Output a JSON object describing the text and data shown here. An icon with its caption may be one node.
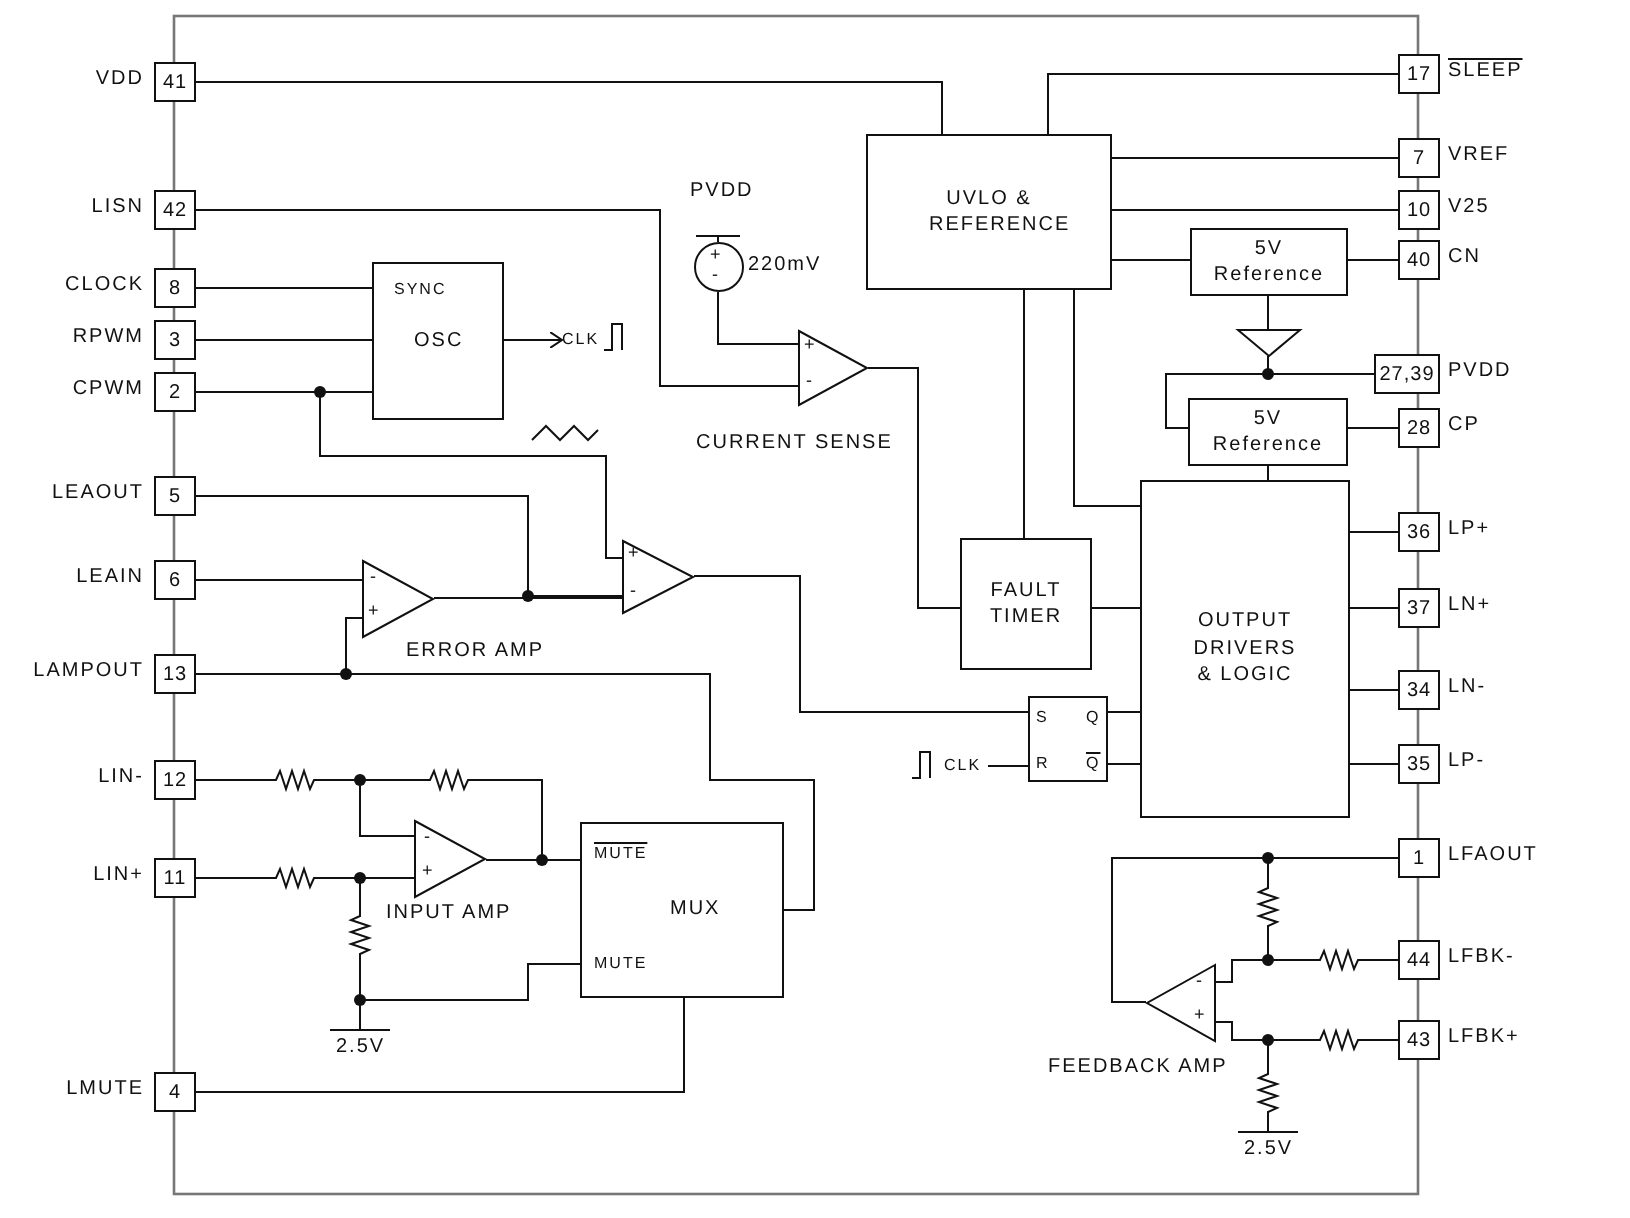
{
  "diagram": {
    "nodes": [
      {
        "text": [
          "41"
        ],
        "beside": [
          "VDD"
        ]
      },
      {
        "text": [
          "42"
        ],
        "beside": [
          "LISN"
        ]
      },
      {
        "text": [
          "8"
        ],
        "beside": [
          "CLOCK"
        ]
      },
      {
        "text": [
          "3"
        ],
        "beside": [
          "RPWM"
        ]
      },
      {
        "text": [
          "2"
        ],
        "beside": [
          "CPWM"
        ]
      },
      {
        "text": [
          "5"
        ],
        "beside": [
          "LEAOUT"
        ]
      },
      {
        "text": [
          "6"
        ],
        "beside": [
          "LEAIN"
        ]
      },
      {
        "text": [
          "13"
        ],
        "beside": [
          "LAMPOUT"
        ]
      },
      {
        "text": [
          "12"
        ],
        "beside": [
          "LIN-"
        ]
      },
      {
        "text": [
          "11"
        ],
        "beside": [
          "LIN+"
        ]
      },
      {
        "text": [
          "4"
        ],
        "beside": [
          "LMUTE"
        ]
      },
      {
        "text": [
          "17"
        ],
        "beside": [
          "SLEEP"
        ]
      },
      {
        "text": [
          "7"
        ],
        "beside": [
          "VREF"
        ]
      },
      {
        "text": [
          "10"
        ],
        "beside": [
          "V25"
        ]
      },
      {
        "text": [
          "40"
        ],
        "beside": [
          "CN"
        ]
      },
      {
        "text": [
          "27,39"
        ],
        "beside": [
          "PVDD"
        ]
      },
      {
        "text": [
          "28"
        ],
        "beside": [
          "CP"
        ]
      },
      {
        "text": [
          "36"
        ],
        "beside": [
          "LP+"
        ]
      },
      {
        "text": [
          "37"
        ],
        "beside": [
          "LN+"
        ]
      },
      {
        "text": [
          "34"
        ],
        "beside": [
          "LN-"
        ]
      },
      {
        "text": [
          "35"
        ],
        "beside": [
          "LP-"
        ]
      },
      {
        "text": [
          "1"
        ],
        "beside": [
          "LFAOUT"
        ]
      },
      {
        "text": [
          "44"
        ],
        "beside": [
          "LFBK-"
        ]
      },
      {
        "text": [
          "43"
        ],
        "beside": [
          "LFBK+"
        ]
      },
      {
        "text": [
          "SYNC",
          "OSC"
        ]
      },
      {
        "text": [
          "UVLO & REFERENCE"
        ]
      },
      {
        "text": [
          "5V Reference"
        ]
      },
      {
        "text": [
          "5V Reference"
        ]
      },
      {
        "text": [
          "FAULT TIMER"
        ]
      },
      {
        "text": [
          "OUTPUT DRIVERS & LOGIC"
        ]
      },
      {
        "text": [
          "S",
          "Q",
          "R",
          "Q"
        ]
      },
      {
        "text": [
          "MUTE",
          "MUX",
          "MUTE"
        ]
      },
      {
        "text": [
          "+",
          "-"
        ],
        "beside": [
          "220mV"
        ]
      },
      {
        "text": [
          "+",
          "-"
        ],
        "beside": [
          "CURRENT SENSE"
        ]
      },
      {
        "text": [
          "+",
          "-"
        ]
      },
      {
        "text": [
          "-",
          "+"
        ],
        "beside": [
          "ERROR AMP"
        ]
      },
      {
        "text": [
          "-",
          "+"
        ],
        "beside": [
          "INPUT AMP"
        ]
      },
      {
        "text": [
          "-",
          "+"
        ],
        "beside": [
          "FEEDBACK AMP"
        ]
      },
      {
        "text": [],
        "shape": "resistor"
      },
      {
        "text": [],
        "shape": "resistor"
      },
      {
        "text": [],
        "shape": "resistor"
      },
      {
        "text": [],
        "shape": "resistor"
      },
      {
        "text": [],
        "shape": "resistor"
      },
      {
        "text": [],
        "shape": "resistor"
      },
      {
        "text": [],
        "shape": "resistor"
      },
      {
        "text": [],
        "shape": "resistor",
        "beside": [
          "2.5V"
        ]
      },
      {
        "text": [
          "CLK"
        ]
      },
      {
        "text": [
          "CLK"
        ]
      },
      {
        "text": [],
        "shape": "triangle"
      }
    ],
    "edges": [
      {
        "from": 0,
        "to": 25,
        "arrow": "none"
      },
      {
        "from": 11,
        "to": 25,
        "arrow": "none"
      },
      {
        "from": 25,
        "to": 12,
        "arrow": "none"
      },
      {
        "from": 25,
        "to": 13,
        "arrow": "none"
      },
      {
        "from": 25,
        "to": 26,
        "arrow": "none"
      },
      {
        "from": 26,
        "to": 14,
        "arrow": "none"
      },
      {
        "from": 15,
        "to": 27,
        "arrow": "none"
      },
      {
        "from": 27,
        "to": 16,
        "arrow": "none"
      },
      {
        "from": 27,
        "to": 29,
        "arrow": "none"
      },
      {
        "from": 25,
        "to": 29,
        "arrow": "none"
      },
      {
        "from": 25,
        "to": 28,
        "arrow": "none"
      },
      {
        "from": 33,
        "to": 28,
        "arrow": "none"
      },
      {
        "from": 28,
        "to": 29,
        "arrow": "none"
      },
      {
        "from": 29,
        "to": 17,
        "arrow": "none"
      },
      {
        "from": 29,
        "to": 18,
        "arrow": "none"
      },
      {
        "from": 29,
        "to": 19,
        "arrow": "none"
      },
      {
        "from": 29,
        "to": 20,
        "arrow": "none"
      },
      {
        "from": 30,
        "to": 29,
        "arrow": "none"
      },
      {
        "from": 30,
        "to": 29,
        "arrow": "none"
      },
      {
        "from": 34,
        "to": 30,
        "arrow": "none"
      },
      {
        "from": 1,
        "to": 33,
        "arrow": "none"
      },
      {
        "from": 32,
        "to": 33,
        "arrow": "none"
      },
      {
        "from": 2,
        "to": 24,
        "arrow": "none"
      },
      {
        "from": 3,
        "to": 24,
        "arrow": "none"
      },
      {
        "from": 4,
        "to": 24,
        "arrow": "none"
      },
      {
        "from": 24,
        "to": 46,
        "arrow": "to"
      },
      {
        "from": 4,
        "to": 34,
        "arrow": "none"
      },
      {
        "from": 5,
        "to": 34,
        "arrow": "none"
      },
      {
        "from": 35,
        "to": 34,
        "arrow": "none"
      },
      {
        "from": 6,
        "to": 35,
        "arrow": "none"
      },
      {
        "from": 7,
        "to": 35,
        "arrow": "none"
      },
      {
        "from": 31,
        "to": 7,
        "arrow": "none"
      },
      {
        "from": 8,
        "to": 38,
        "arrow": "none"
      },
      {
        "from": 38,
        "to": 36,
        "arrow": "none"
      },
      {
        "from": 38,
        "to": 39,
        "arrow": "none"
      },
      {
        "from": 39,
        "to": 36,
        "arrow": "none"
      },
      {
        "from": 36,
        "to": 31,
        "arrow": "none"
      },
      {
        "from": 9,
        "to": 40,
        "arrow": "none"
      },
      {
        "from": 40,
        "to": 36,
        "arrow": "none"
      },
      {
        "from": 40,
        "to": 41,
        "arrow": "none"
      },
      {
        "from": 41,
        "to": 31,
        "arrow": "none"
      },
      {
        "from": 10,
        "to": 31,
        "arrow": "none"
      },
      {
        "from": 37,
        "to": 21,
        "arrow": "none"
      },
      {
        "from": 42,
        "to": 21,
        "arrow": "none"
      },
      {
        "from": 42,
        "to": 37,
        "arrow": "none"
      },
      {
        "from": 22,
        "to": 43,
        "arrow": "none"
      },
      {
        "from": 43,
        "to": 37,
        "arrow": "none"
      },
      {
        "from": 23,
        "to": 44,
        "arrow": "none"
      },
      {
        "from": 44,
        "to": 37,
        "arrow": "none"
      },
      {
        "from": 44,
        "to": 45,
        "arrow": "none"
      },
      {
        "from": 47,
        "to": 30,
        "arrow": "none"
      },
      {
        "from": 26,
        "to": 48,
        "arrow": "none"
      },
      {
        "from": 48,
        "to": 15,
        "arrow": "none"
      }
    ],
    "labels": [
      "PVDD",
      "2.5V"
    ]
  }
}
